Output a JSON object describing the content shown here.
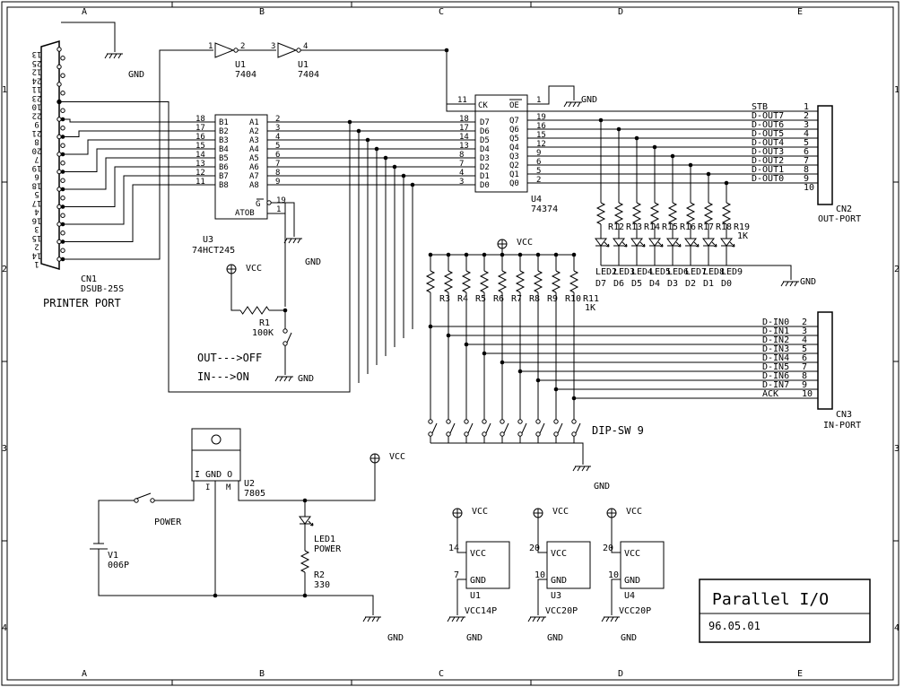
{
  "frame": {
    "cols": [
      "A",
      "B",
      "C",
      "D",
      "E"
    ],
    "rows": [
      "1",
      "2",
      "3",
      "4"
    ]
  },
  "title_block": {
    "title": "Parallel I/O",
    "date": "96.05.01"
  },
  "cn1": {
    "ref": "CN1",
    "part": "DSUB-25S",
    "label": "PRINTER PORT",
    "pins": [
      "13",
      "25",
      "12",
      "24",
      "11",
      "23",
      "10",
      "22",
      "9",
      "21",
      "8",
      "20",
      "7",
      "19",
      "6",
      "18",
      "5",
      "17",
      "4",
      "16",
      "3",
      "15",
      "2",
      "14",
      "1"
    ]
  },
  "u1": {
    "ref": "U1",
    "part": "7404",
    "pin_labels": [
      "1",
      "2",
      "3",
      "4"
    ]
  },
  "u3": {
    "ref": "U3",
    "part": "74HCT245",
    "left": [
      "B1",
      "B2",
      "B3",
      "B4",
      "B5",
      "B6",
      "B7",
      "B8"
    ],
    "right": [
      "A1",
      "A2",
      "A3",
      "A4",
      "A5",
      "A6",
      "A7",
      "A8"
    ],
    "left_pins": [
      "18",
      "17",
      "16",
      "15",
      "14",
      "13",
      "12",
      "11"
    ],
    "right_pins": [
      "2",
      "3",
      "4",
      "5",
      "6",
      "7",
      "8",
      "9"
    ],
    "g": "G",
    "g_pin": "19",
    "atob": "ATOB",
    "atob_pin": "1"
  },
  "u4": {
    "ref": "U4",
    "part": "74374",
    "ck": "CK",
    "ck_pin": "11",
    "oe": "OE",
    "oe_pin": "1",
    "d": [
      "D7",
      "D6",
      "D5",
      "D4",
      "D3",
      "D2",
      "D1",
      "D0"
    ],
    "q": [
      "Q7",
      "Q6",
      "Q5",
      "Q4",
      "Q3",
      "Q2",
      "Q1",
      "Q0"
    ],
    "d_pins": [
      "18",
      "17",
      "14",
      "13",
      "8",
      "7",
      "4",
      "3"
    ],
    "q_pins": [
      "19",
      "16",
      "15",
      "12",
      "9",
      "6",
      "5",
      "2"
    ]
  },
  "cn2": {
    "ref": "CN2",
    "label": "OUT-PORT",
    "signals": [
      "STB",
      "D-OUT7",
      "D-OUT6",
      "D-OUT5",
      "D-OUT4",
      "D-OUT3",
      "D-OUT2",
      "D-OUT1",
      "D-OUT0",
      ""
    ],
    "pins": [
      "1",
      "2",
      "3",
      "4",
      "5",
      "6",
      "7",
      "8",
      "9",
      "10"
    ]
  },
  "cn3": {
    "ref": "CN3",
    "label": "IN-PORT",
    "signals": [
      "D-IN0",
      "D-IN1",
      "D-IN2",
      "D-IN3",
      "D-IN4",
      "D-IN5",
      "D-IN6",
      "D-IN7",
      "ACK"
    ],
    "pins": [
      "2",
      "3",
      "4",
      "5",
      "6",
      "7",
      "8",
      "9",
      "10"
    ]
  },
  "leds_out": {
    "resistors": [
      "R12",
      "R13",
      "R14",
      "R15",
      "R16",
      "R17",
      "R18",
      "R19"
    ],
    "value": "1K",
    "leds": [
      "LED2",
      "LED3",
      "LED4",
      "LED5",
      "LED6",
      "LED7",
      "LED8",
      "LED9"
    ],
    "bits": [
      "D7",
      "D6",
      "D5",
      "D4",
      "D3",
      "D2",
      "D1",
      "D0"
    ]
  },
  "pullups": {
    "resistors": [
      "R3",
      "R4",
      "R5",
      "R6",
      "R7",
      "R8",
      "R9",
      "R10",
      "R11"
    ],
    "value": "1K"
  },
  "dipsw": {
    "label": "DIP-SW 9"
  },
  "r1": {
    "ref": "R1",
    "value": "100K"
  },
  "dir_note": [
    "OUT--->OFF",
    "IN--->ON"
  ],
  "u2": {
    "ref": "U2",
    "part": "7805",
    "pins": "I GND O",
    "i": "I",
    "m": "M"
  },
  "led1": {
    "ref": "LED1",
    "label": "POWER"
  },
  "r2": {
    "ref": "R2",
    "value": "330"
  },
  "power_sw": {
    "label": "POWER"
  },
  "v1": {
    "ref": "V1",
    "part": "006P"
  },
  "power_blocks": [
    {
      "ref": "U1",
      "part": "VCC14P",
      "vcc_pin": "14",
      "gnd_pin": "7"
    },
    {
      "ref": "U3",
      "part": "VCC20P",
      "vcc_pin": "20",
      "gnd_pin": "10"
    },
    {
      "ref": "U4",
      "part": "VCC20P",
      "vcc_pin": "20",
      "gnd_pin": "10"
    }
  ],
  "nets": {
    "vcc": "VCC",
    "gnd": "GND"
  }
}
